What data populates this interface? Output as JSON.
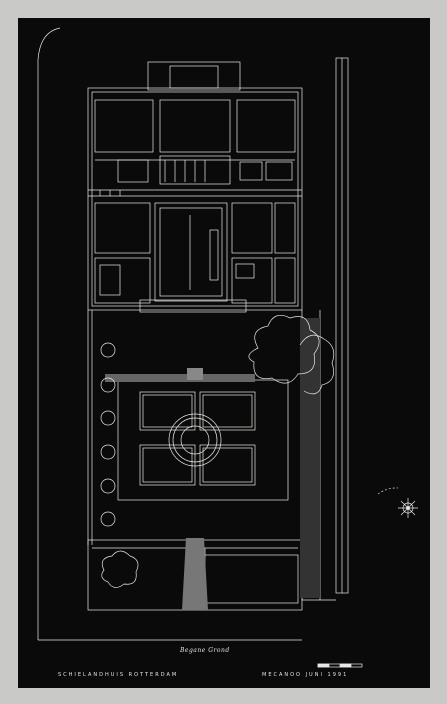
{
  "sheet": {
    "background": "#c9c9c7",
    "board_color": "#0a0a0a",
    "line_color": "#e8e8e4"
  },
  "labels": {
    "drawing_label": "Begane Grond",
    "title_left": "SCHIELANDHUIS ROTTERDAM",
    "title_right": "MECANOO JUNI 1991"
  },
  "icons": {
    "north_arrow": "compass-rose-icon",
    "scale_bar": "scale-bar-icon"
  }
}
